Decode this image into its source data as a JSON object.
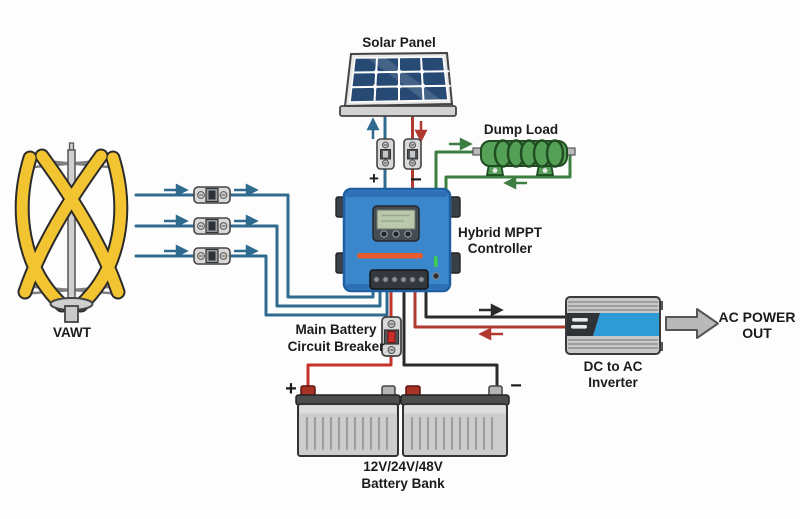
{
  "diagram": {
    "background_color": "#fdfdfd",
    "labels": {
      "solar_panel": "Solar Panel",
      "dump_load": "Dump Load",
      "controller_line1": "Hybrid MPPT",
      "controller_line2": "Controller",
      "main_breaker_line1": "Main Battery",
      "main_breaker_line2": "Circuit Breaker",
      "vawt": "VAWT",
      "battery_bank_line1": "12V/24V/48V",
      "battery_bank_line2": "Battery Bank",
      "inverter_line1": "DC to AC",
      "inverter_line2": "Inverter",
      "ac_power_line1": "AC POWER",
      "ac_power_line2": "OUT"
    },
    "signs": {
      "solar_positive": "+",
      "solar_negative": "−",
      "battery_positive": "+",
      "battery_negative": "−"
    },
    "colors": {
      "wind_wire_blue": "#2e6b8f",
      "solar_positive_blue": "#1d6a9e",
      "wire_red": "#b03a30",
      "battery_wire_red": "#c5342b",
      "wire_black": "#2b2b2b",
      "wire_green": "#3c7d40",
      "controller_body_blue": "#3a87cc",
      "controller_stripe_orange": "#e85c2b",
      "turbine_blade_yellow": "#f2c431",
      "solar_cell_blue": "#274a74",
      "dump_load_green": "#57a159",
      "inverter_accent_blue": "#2f9bd6",
      "battery_body_gray": "#cdcdcd"
    },
    "components": [
      {
        "name": "vawt",
        "label": "VAWT"
      },
      {
        "name": "solar-panel",
        "label": "Solar Panel"
      },
      {
        "name": "dump-load",
        "label": "Dump Load"
      },
      {
        "name": "hybrid-mppt-controller",
        "label": "Hybrid MPPT Controller"
      },
      {
        "name": "main-battery-circuit-breaker",
        "label": "Main Battery Circuit Breaker"
      },
      {
        "name": "battery-bank",
        "label": "12V/24V/48V Battery Bank"
      },
      {
        "name": "dc-to-ac-inverter",
        "label": "DC to AC Inverter"
      },
      {
        "name": "ac-power-out",
        "label": "AC POWER OUT"
      }
    ]
  }
}
